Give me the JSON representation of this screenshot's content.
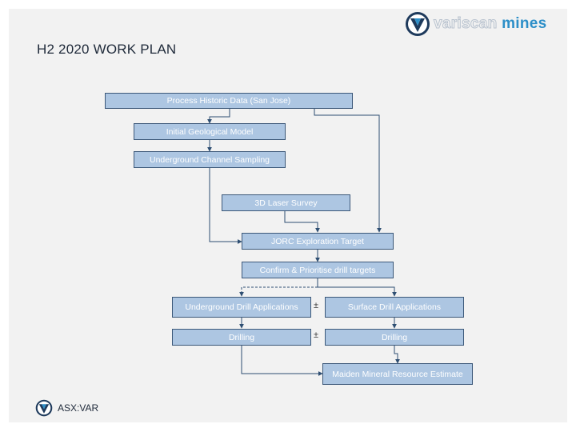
{
  "header": {
    "title": "H2 2020 WORK PLAN",
    "logo_word_1": "variscan",
    "logo_word_2": "mines"
  },
  "nodes": {
    "process_historic": "Process Historic Data (San Jose)",
    "initial_geo_model": "Initial Geological Model",
    "underground_channel": "Underground Channel Sampling",
    "laser_survey": "3D Laser Survey",
    "jorc_target": "JORC Exploration Target",
    "confirm_prioritise": "Confirm & Prioritise drill targets",
    "underground_drill_apps": "Underground Drill Applications",
    "surface_drill_apps": "Surface Drill Applications",
    "drilling_left": "Drilling",
    "drilling_right": "Drilling",
    "maiden_resource": "Maiden Mineral Resource Estimate"
  },
  "connectors": {
    "plus_minus_1": "±",
    "plus_minus_2": "±"
  },
  "footer": {
    "ticker": "ASX:VAR"
  },
  "colors": {
    "box_fill": "#adc6e2",
    "box_border": "#3c5879",
    "arrow": "#2f4f73",
    "accent": "#2d8fc8"
  }
}
